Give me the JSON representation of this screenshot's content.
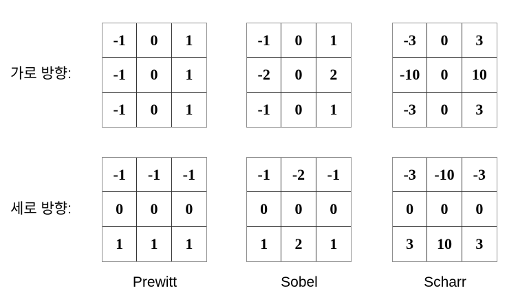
{
  "figure": {
    "rows": [
      {
        "label": "가로 방향:",
        "matrices": [
          {
            "name": "Prewitt",
            "cells": [
              [
                "-1",
                "0",
                "1"
              ],
              [
                "-1",
                "0",
                "1"
              ],
              [
                "-1",
                "0",
                "1"
              ]
            ]
          },
          {
            "name": "Sobel",
            "cells": [
              [
                "-1",
                "0",
                "1"
              ],
              [
                "-2",
                "0",
                "2"
              ],
              [
                "-1",
                "0",
                "1"
              ]
            ]
          },
          {
            "name": "Scharr",
            "cells": [
              [
                "-3",
                "0",
                "3"
              ],
              [
                "-10",
                "0",
                "10"
              ],
              [
                "-3",
                "0",
                "3"
              ]
            ]
          }
        ]
      },
      {
        "label": "세로 방향:",
        "matrices": [
          {
            "name": "Prewitt",
            "cells": [
              [
                "-1",
                "-1",
                "-1"
              ],
              [
                "0",
                "0",
                "0"
              ],
              [
                "1",
                "1",
                "1"
              ]
            ]
          },
          {
            "name": "Sobel",
            "cells": [
              [
                "-1",
                "-2",
                "-1"
              ],
              [
                "0",
                "0",
                "0"
              ],
              [
                "1",
                "2",
                "1"
              ]
            ]
          },
          {
            "name": "Scharr",
            "cells": [
              [
                "-3",
                "-10",
                "-3"
              ],
              [
                "0",
                "0",
                "0"
              ],
              [
                "3",
                "10",
                "3"
              ]
            ]
          }
        ]
      }
    ],
    "kernel_names": [
      "Prewitt",
      "Sobel",
      "Scharr"
    ],
    "colors": {
      "background": "#ffffff",
      "text": "#000000",
      "outer_border": "#8f8f8f",
      "inner_border": "#333333"
    }
  }
}
